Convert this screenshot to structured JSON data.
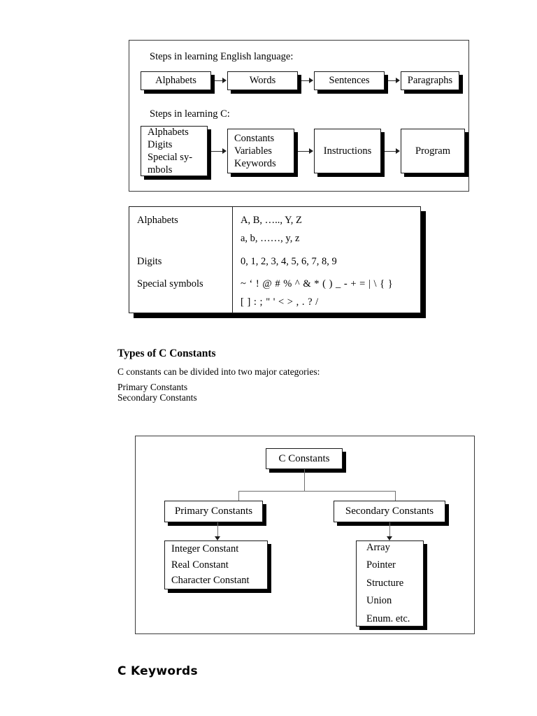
{
  "document": {
    "page_background": "#ffffff",
    "text_color": "#000000",
    "shadow_color": "#000000"
  },
  "learning_steps_panel": {
    "english_caption": "Steps in learning English language:",
    "english_steps": [
      {
        "label": "Alphabets"
      },
      {
        "label": "Words"
      },
      {
        "label": "Sentences"
      },
      {
        "label": "Paragraphs"
      }
    ],
    "c_caption": "Steps in learning C:",
    "c_steps": [
      {
        "lines": [
          "Alphabets",
          "Digits",
          "Special sy-",
          "mbols"
        ]
      },
      {
        "lines": [
          "Constants",
          "Variables",
          "Keywords"
        ]
      },
      {
        "lines": [
          "Instructions"
        ]
      },
      {
        "lines": [
          "Program"
        ]
      }
    ]
  },
  "character_set_table": {
    "rows": [
      {
        "label": "Alphabets",
        "values": [
          "A, B, ….., Y, Z",
          "a, b, ……, y, z"
        ]
      },
      {
        "label": "Digits",
        "values": [
          "0, 1, 2, 3, 4, 5, 6, 7, 8, 9"
        ]
      },
      {
        "label": "Special symbols",
        "values": [
          "~ ‘ ! @ # % ^ & * ( ) _ - + = | \\ { }",
          "[ ] : ; \" ' < > , . ? /"
        ]
      }
    ]
  },
  "constants_section": {
    "heading": "Types of C Constants",
    "intro": "C constants can be divided into two major categories:",
    "category_lines": [
      "Primary Constants",
      "Secondary Constants"
    ]
  },
  "constants_tree": {
    "root": "C Constants",
    "branches": [
      {
        "title": "Primary Constants",
        "items": [
          "Integer Constant",
          "Real Constant",
          "Character Constant"
        ]
      },
      {
        "title": "Secondary Constants",
        "items": [
          "Array",
          "Pointer",
          "Structure",
          "Union",
          "Enum. etc."
        ]
      }
    ]
  },
  "keywords_section": {
    "heading": "C Keywords"
  }
}
